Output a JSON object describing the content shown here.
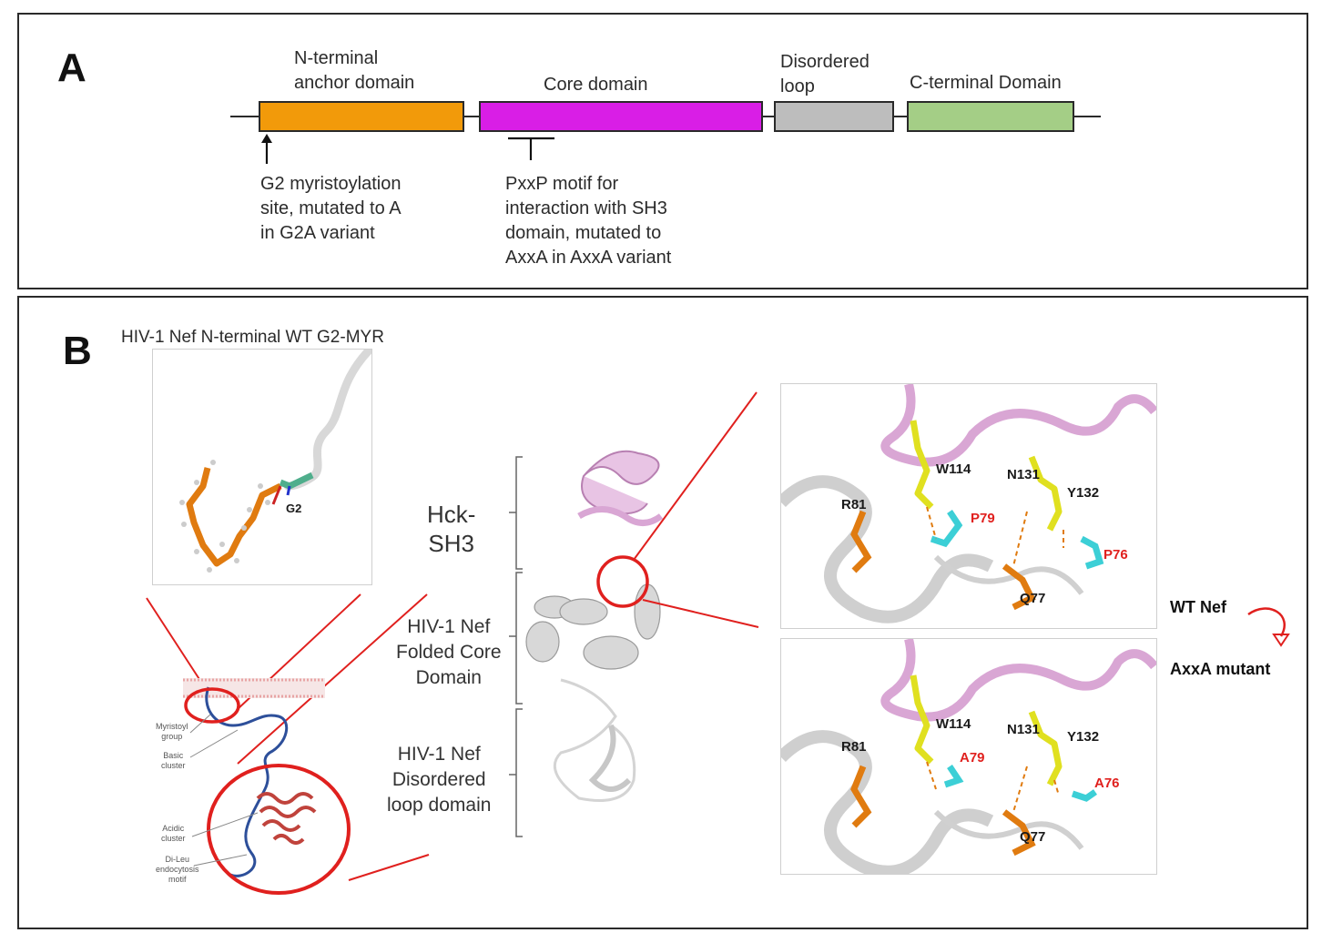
{
  "panel_a": {
    "letter": "A",
    "domains": [
      {
        "label_lines": [
          "N-terminal",
          "anchor domain"
        ],
        "color": "#f29a0a"
      },
      {
        "label_lines": [
          "Core domain"
        ],
        "color": "#d91ee6"
      },
      {
        "label_lines": [
          "Disordered",
          "loop"
        ],
        "color": "#bdbdbd"
      },
      {
        "label_lines": [
          "C-terminal Domain"
        ],
        "color": "#a4ce86"
      }
    ],
    "annotations": {
      "myristoylation": [
        "G2 myristoylation",
        "site, mutated to A",
        "in G2A variant"
      ],
      "pxxp": [
        "PxxP motif for",
        "interaction with SH3",
        "domain, mutated to",
        "AxxA in AxxA variant"
      ]
    }
  },
  "panel_b": {
    "letter": "B",
    "myr_title": "HIV-1 Nef N-terminal WT G2-MYR",
    "g2_label": "G2",
    "membrane_labels": {
      "myristoyl": [
        "Myristoyl",
        "group"
      ],
      "basic": [
        "Basic",
        "cluster"
      ],
      "acidic": [
        "Acidic",
        "cluster"
      ],
      "dileu": [
        "Di-Leu",
        "endocytosis",
        "motif"
      ]
    },
    "structure_labels": {
      "sh3": [
        "Hck-",
        "SH3"
      ],
      "core": [
        "HIV-1 Nef",
        "Folded Core",
        "Domain"
      ],
      "loop": [
        "HIV-1 Nef",
        "Disordered",
        "loop domain"
      ]
    },
    "wt_residues": {
      "r81": "R81",
      "w114": "W114",
      "n131": "N131",
      "y132": "Y132",
      "p79": "P79",
      "p76": "P76",
      "q77": "Q77"
    },
    "mut_residues": {
      "r81": "R81",
      "w114": "W114",
      "n131": "N131",
      "y132": "Y132",
      "a79": "A79",
      "a76": "A76",
      "q77": "Q77"
    },
    "legend": {
      "wt": "WT Nef",
      "mutant": "AxxA mutant"
    }
  },
  "colors": {
    "highlight_red": "#e0201e",
    "sh3_pink": "#d9a6d4",
    "helix_grey": "#c8c8c8",
    "carbon_orange": "#e07b10",
    "sidechain_yellow": "#e6e62a",
    "proline_cyan": "#3ccfd6"
  }
}
